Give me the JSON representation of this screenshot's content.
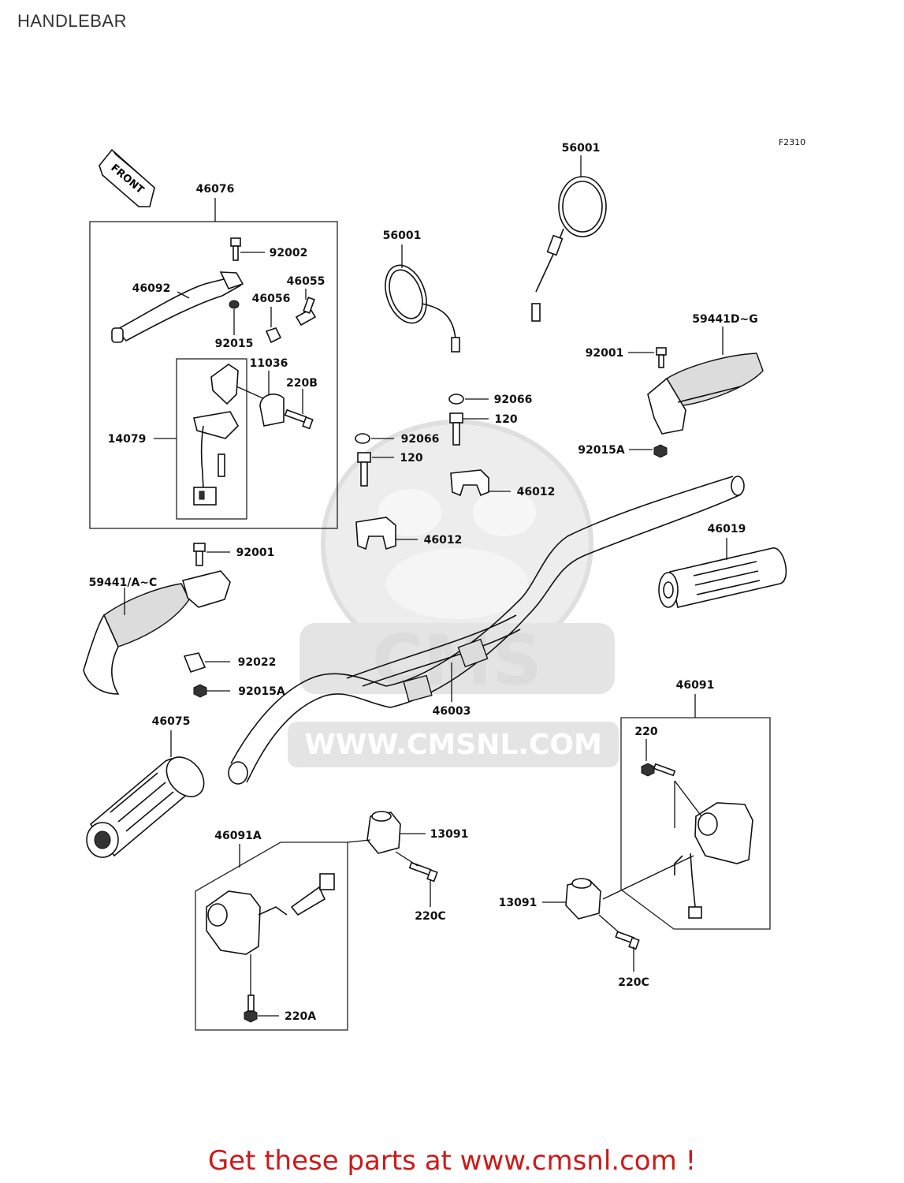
{
  "page": {
    "title": "HANDLEBAR",
    "figure_code": "F2310",
    "footer": "Get these parts at www.cmsnl.com !"
  },
  "watermark": {
    "brand": "CMS",
    "url": "WWW.CMSNL.COM"
  },
  "front_arrow": {
    "text": "FRONT",
    "icon": "front-arrow-icon"
  },
  "part_labels": {
    "l46076": "46076",
    "l92002": "92002",
    "l46092": "46092",
    "l46055": "46055",
    "l46056": "46056",
    "l92015": "92015",
    "l11036": "11036",
    "l220B": "220B",
    "l14079": "14079",
    "l56001_left": "56001",
    "l56001_right": "56001",
    "l59441DG": "59441D~G",
    "l92001_right": "92001",
    "l92015A_right": "92015A",
    "l92066_a": "92066",
    "l120_a": "120",
    "l92066_b": "92066",
    "l120_b": "120",
    "l46012_a": "46012",
    "l46012_b": "46012",
    "l46019": "46019",
    "l92001_left": "92001",
    "l59441AC": "59441/A~C",
    "l92022": "92022",
    "l92015A_left": "92015A",
    "l46003": "46003",
    "l46075": "46075",
    "l46091": "46091",
    "l220": "220",
    "l46091A": "46091A",
    "l13091_a": "13091",
    "l220C_a": "220C",
    "l13091_b": "13091",
    "l220C_b": "220C",
    "l220A": "220A"
  }
}
